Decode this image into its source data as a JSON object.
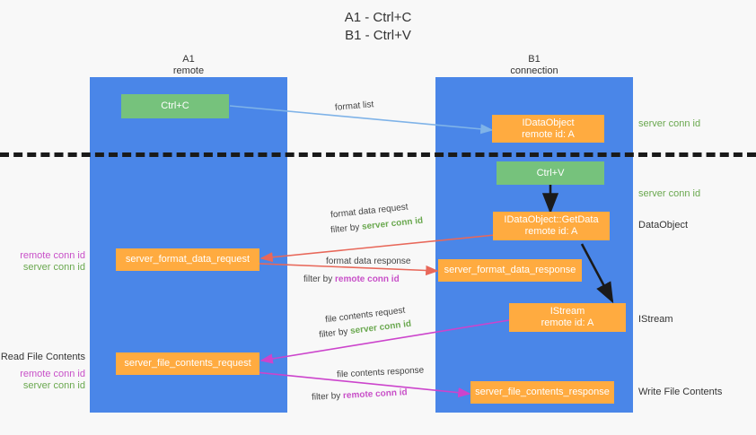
{
  "title": {
    "line1": "A1 - Ctrl+C",
    "line2": "B1 - Ctrl+V"
  },
  "lanes": [
    {
      "name": "A1",
      "sub": "remote"
    },
    {
      "name": "B1",
      "sub": "connection"
    }
  ],
  "boxes": {
    "ctrl_c": {
      "l1": "Ctrl+C",
      "l2": ""
    },
    "ctrl_v": {
      "l1": "Ctrl+V",
      "l2": ""
    },
    "idataobject": {
      "l1": "IDataObject",
      "l2": "remote id: A"
    },
    "getdata": {
      "l1": "IDataObject::GetData",
      "l2": "remote id: A"
    },
    "istream": {
      "l1": "IStream",
      "l2": "remote id: A"
    },
    "fmt_req": {
      "l1": "server_format_data_request",
      "l2": ""
    },
    "fmt_resp": {
      "l1": "server_format_data_response",
      "l2": ""
    },
    "file_req": {
      "l1": "server_file_contents_request",
      "l2": ""
    },
    "file_resp": {
      "l1": "server_file_contents_response",
      "l2": ""
    }
  },
  "right_labels": [
    {
      "text": "server conn id",
      "kind": "green"
    },
    {
      "text": "server conn id",
      "kind": "green"
    },
    {
      "text": "DataObject",
      "kind": "plain"
    },
    {
      "text": "IStream",
      "kind": "plain"
    },
    {
      "text": "Write File Contents",
      "kind": "plain"
    }
  ],
  "left_labels": [
    {
      "text": "remote conn id",
      "kind": "mag"
    },
    {
      "text": "server conn id",
      "kind": "green"
    },
    {
      "text": "Read File Contents",
      "kind": "plain"
    },
    {
      "text": "remote conn id",
      "kind": "mag"
    },
    {
      "text": "server conn id",
      "kind": "green"
    }
  ],
  "edge_labels": {
    "format_list": "format list",
    "fd_req_a": "format data request",
    "fd_req_b_pre": "filter by ",
    "fd_req_b_key": "server conn id",
    "fd_resp_a": "format data response",
    "fd_resp_b_pre": "filter by ",
    "fd_resp_b_key": "remote conn id",
    "fc_req_a": "file contents request",
    "fc_req_b_pre": "filter by ",
    "fc_req_b_key": "server conn id",
    "fc_resp_a": "file contents response",
    "fc_resp_b_pre": "filter by ",
    "fc_resp_b_key": "remote conn id"
  },
  "colors": {
    "lane": "#4a86e8",
    "green_box": "#76c27c",
    "orange_box": "#ffab40",
    "green_text": "#6aa84f",
    "magenta_text": "#c850c8",
    "arrow_blue": "#7fb3e8",
    "arrow_red": "#e8685a",
    "arrow_magenta": "#cc44cc",
    "arrow_black": "#1a1a1a",
    "divider": "#1a1a1a"
  }
}
